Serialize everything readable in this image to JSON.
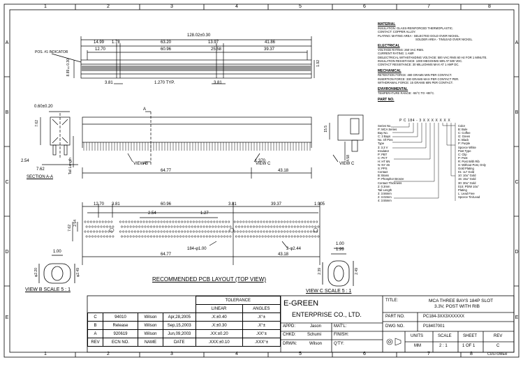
{
  "columns": [
    "1",
    "2",
    "3",
    "4",
    "5",
    "6",
    "7",
    "8"
  ],
  "rows": [
    "A",
    "B",
    "C",
    "D",
    "E"
  ],
  "dims": {
    "overall": "128.02±0.30",
    "d1499": "14.99",
    "d178": "1.78",
    "d6320": "63.20",
    "d1397": "13.97",
    "d4186": "41.86",
    "d1270": "12.70",
    "d6096": "60.96",
    "d2558": "25.58",
    "d3937": "39.37",
    "d381a": "3.81",
    "typ": "1.270 TYP.",
    "d381b": "3.81",
    "h192": "1.92",
    "h889": "8.89±0.30",
    "pos1": "POS. #1 INDICATOR",
    "d060": "0.60±0.20",
    "d762a": "7.62",
    "d254": "2.54",
    "d762b": "7.62",
    "tail": "Tail Length",
    "sectionAA": "SECTION A-A",
    "aLabel": "A",
    "viewB": "VIEW B",
    "aLabel2": "A",
    "viewC": "VIEW C",
    "viewC2": "VIEW C",
    "d6477": "64.77",
    "d4318": "43.18",
    "d1370": "1.370",
    "d155": "15.5",
    "d458": "4.58"
  },
  "pcb": {
    "d1270": "12.70",
    "d381": "3.81",
    "d6096": "60.96",
    "d381b": "3.81",
    "d3937": "39.37",
    "d1905": "1.905",
    "d254": "2.54",
    "d127": "1.27",
    "d762": "7.62",
    "d254v": "2.54",
    "holes": "184-φ1.00",
    "holes2": "3-φ2.44",
    "d6477": "64.77",
    "d4318": "43.18",
    "title": "RECOMMENDED PCB LAYOUT (TOP VIEW)"
  },
  "viewB": {
    "d100": "1.00",
    "d220": "φ2.20",
    "d249": "φ2.49",
    "caption": "VIEW B SCALE 5 : 1"
  },
  "viewCdet": {
    "d100": "1.00",
    "d199": "1.99",
    "d239": "2.39",
    "d249": "2.49",
    "caption": "VIEW C SCALE 5 : 1"
  },
  "spec": {
    "material_h": "MATERIAL",
    "m1": "INSULATION: GLASS-REINFORCED THERMOPLASTIC.",
    "m2": "CONTACT: COPPER ALLOY.",
    "m3": "PLATING: MATING AREA - SELECTED GOLD OVER NICKEL.",
    "m4": "SOLDER AREA - TIN/LEAD OVER NICKEL.",
    "electrical_h": "ELECTRICAL",
    "e1": "VOLTAGE RATING: 250 VAC RMS.",
    "e2": "CURRENT RATING: 1 AMP.",
    "e3": "DIELECTRICAL WITHSTANDING VOLTAGE: 500 VAC RMS 60 Hz FOR 1 MINUTE.",
    "e4": "INSULATION RESISTANCE: 1000 MEGOHMS MIN AT 500 VDC.",
    "e5": "CONTACT RESISTANCE: 30 MILLIOHMS MAX AT 1 AMP DC.",
    "mechanical_h": "MECHANICAL",
    "c1": "RETENTION FORCE: 480 GRAMS MIN PER CONTACT.",
    "c2": "INSERTION FORCE: 330 GRAMS MAX PER CONTACT PER.",
    "c3": "WITHDRAWAL FORCE: 15 GRAMS MIN PER CONTACT.",
    "environmental_h": "ENVIRONMENTAL",
    "v1": "TEMPERATURE RANGE: -55°C TO +85°C.",
    "partno_h": "PART NO.",
    "code": "P C 184 - 3 X X X X X X X"
  },
  "pnLeft": [
    "Series No.",
    "P: MCA Series",
    "Bay No.",
    "C: 3 Bays",
    "No. Of Pins",
    "Type",
    "3: 3.3 V",
    "Insulator",
    "P: PBT",
    "C: PCT",
    "H: HT 6N",
    "N: NY 46",
    "S: PPS",
    "Contact",
    "B: Brass",
    "P: Phosphor Bronze",
    "Contact Thickness",
    "2: 0.3mm",
    "Tail Length",
    "3: 3.56mm",
    "2: 3.02mm",
    "4: 3.55mm"
  ],
  "pnRight": [
    "Color",
    "B: Bule",
    "C: Coffee",
    "G: Green",
    "K: Black",
    "P: Purple",
    "Spcece White",
    "Post Type",
    "C: Clip",
    "P: Post",
    "R: Post With Rib",
    "S: Without Post, Only",
    "Gold Plating",
    "01: 1u\" Gold",
    "10: 10u\" Gold",
    "15: 15u\" Gold",
    "30: 30u\" Gold",
    "01S: Pb/W 10u\"",
    "Plating",
    "L: Lead Free",
    "Spcece Tin/Lead"
  ],
  "tolerance": {
    "header": "TOLERANCE",
    "linear": "LINEAR",
    "angles": "ANGLES",
    "rows": [
      [
        ".X:±0.40",
        ".X°±"
      ],
      [
        ".X:±0.30",
        ".X°±"
      ],
      [
        ".XX:±0.20",
        ".XX°±"
      ],
      [
        ".XXX:±0.10",
        ".XXX°±"
      ]
    ]
  },
  "revs": [
    {
      "rev": "C",
      "ecn": "94010",
      "name": "Wilson",
      "date": "Apr,28,2005"
    },
    {
      "rev": "B",
      "ecn": "Release",
      "name": "Wilson",
      "date": "Sep,15,2003"
    },
    {
      "rev": "A",
      "ecn": "920619",
      "name": "Wilson",
      "date": "Jun,09,2003"
    }
  ],
  "revHeader": {
    "rev": "REV",
    "ecn": "ECN NO.",
    "name": "NAME",
    "date": "DATE"
  },
  "company": {
    "line1": "E-GREEN",
    "line2": "ENTERPRISE CO., LTD."
  },
  "approvals": {
    "appd": "APPD:",
    "appd_v": "Jason",
    "chkd": "CHKD:",
    "chkd_v": "Schumi",
    "drwn": "DRWN:",
    "drwn_v": "Wilson",
    "matl": "MAT'L:",
    "finish": "FINISH:",
    "qty": "Q'TY:"
  },
  "titleBlock": {
    "title_label": "TITLE:",
    "title1": "MCA THREE BAYS 184P SLOT",
    "title2": "3.3V, POST WITH RIB",
    "part_label": "PART NO.",
    "part_value": "PC184-3XX3XXXXXX",
    "dwg_label": "DWG NO.",
    "dwg_value": "P18407001",
    "units": "UNITS",
    "units_v": "MM",
    "scale": "SCALE",
    "scale_v": "2 : 1",
    "sheet": "SHEET",
    "sheet_v": "1 OF 1",
    "rev": "REV",
    "rev_v": "C",
    "customer": "CUSTOMER"
  }
}
